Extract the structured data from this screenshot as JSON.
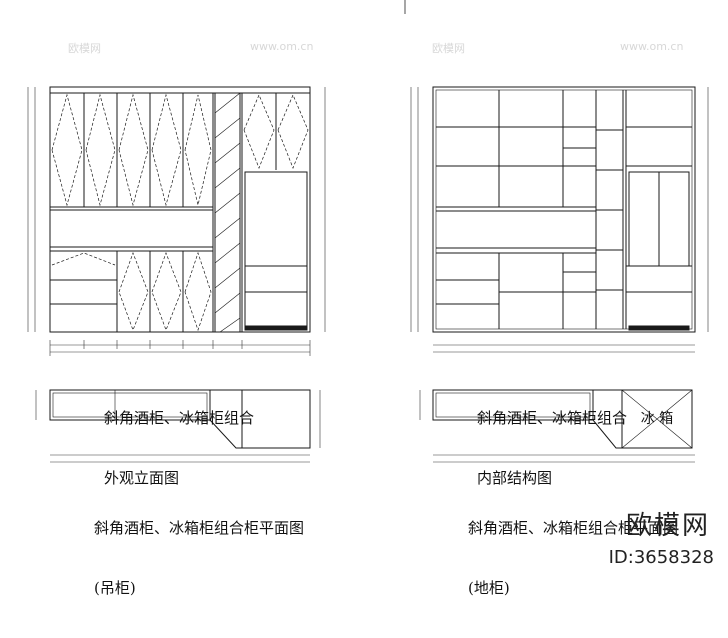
{
  "captions": {
    "left_elevation": [
      "斜角酒柜、冰箱柜组合",
      "外观立面图"
    ],
    "right_elevation": [
      "斜角酒柜、冰箱柜组合",
      "内部结构图"
    ],
    "left_plan": [
      "斜角酒柜、冰箱柜组合柜平面图",
      "(吊柜)"
    ],
    "right_plan": [
      "斜角酒柜、冰箱柜组合柜平面图",
      "(地柜)"
    ]
  },
  "fridge_label": "冰  箱",
  "brand": {
    "name": "欧模网",
    "id": "ID:3658328"
  },
  "watermark": {
    "logo": "欧模网",
    "url": "www.om.cn"
  },
  "colors": {
    "line": "#1a1a1a",
    "dim": "#333333",
    "watermark": "#bdbdbd"
  }
}
